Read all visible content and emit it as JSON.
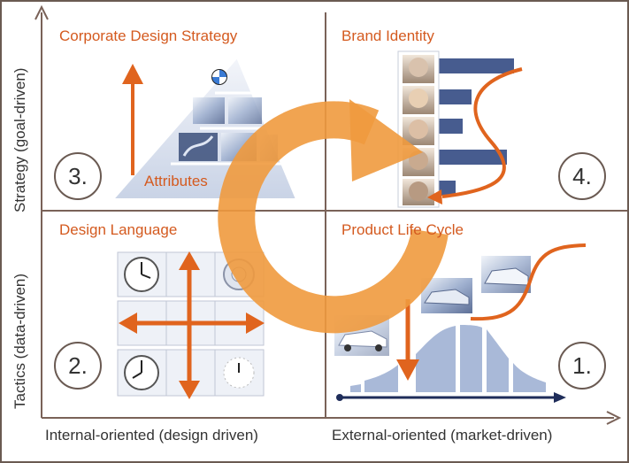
{
  "quadrants": {
    "top_left": {
      "title": "Corporate Design Strategy",
      "number": "3.",
      "label": "Attributes"
    },
    "top_right": {
      "title": "Brand Identity",
      "number": "4."
    },
    "bottom_left": {
      "title": "Design Language",
      "number": "2."
    },
    "bottom_right": {
      "title": "Product Life Cycle",
      "number": "1."
    }
  },
  "axes": {
    "x_left": "Internal-oriented (design driven)",
    "x_right": "External-oriented (market-driven)",
    "y_top": "Strategy (goal-driven)",
    "y_bottom": "Tactics (data-driven)"
  },
  "colors": {
    "accent": "#e0641e",
    "cycle_arrow": "#f09a3e",
    "grid_line": "#7a6258",
    "photo_tint": "#8fa2c6",
    "distribution": "#a9b9d8",
    "timeline": "#1f2d5a"
  },
  "icons": [
    "bmw-logo-icon",
    "car-photo-icon",
    "face-photo-icon",
    "clock-icon",
    "cycle-arrow-icon"
  ]
}
